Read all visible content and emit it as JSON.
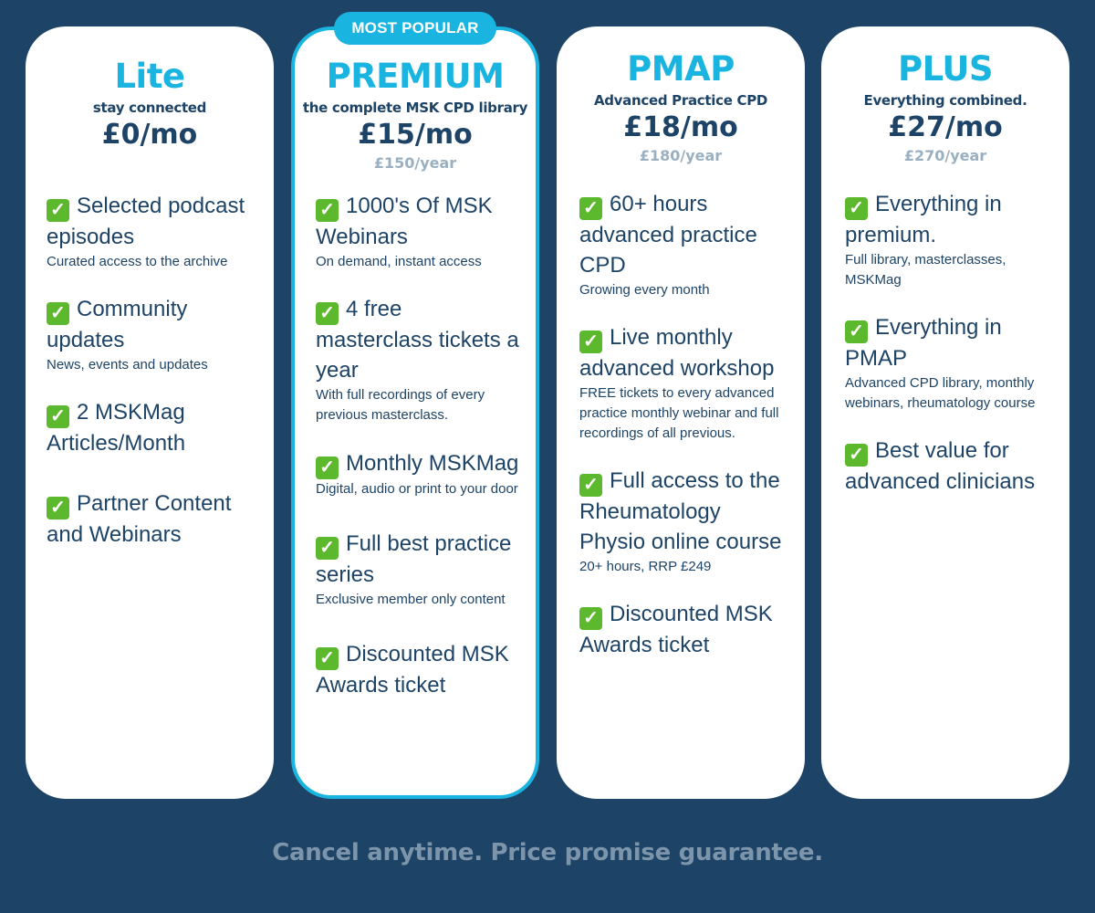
{
  "badge": "MOST POPULAR",
  "plans": {
    "lite": {
      "name": "Lite",
      "tagline": "stay connected",
      "price": "£0/mo",
      "features": [
        {
          "title": "Selected podcast episodes",
          "sub": "Curated access to the archive"
        },
        {
          "title": "Community updates",
          "sub": "News, events and updates"
        },
        {
          "title": "2 MSKMag Articles/Month"
        },
        {
          "title": "Partner Content and Webinars"
        }
      ]
    },
    "premium": {
      "name": "PREMIUM",
      "tagline": "the complete MSK CPD library",
      "price": "£15/mo",
      "yearly": "£150/year",
      "features": [
        {
          "title": "1000's Of MSK Webinars",
          "sub": "On demand, instant access"
        },
        {
          "title": "4 free masterclass tickets a year",
          "sub": "With full recordings of every previous masterclass."
        },
        {
          "title": "Monthly MSKMag",
          "sub": "Digital, audio or print to your door"
        },
        {
          "title": "Full best practice series",
          "sub": "Exclusive member only content"
        },
        {
          "title": "Discounted MSK Awards ticket"
        }
      ]
    },
    "pmap": {
      "name": "PMAP",
      "tagline": "Advanced Practice CPD",
      "price": "£18/mo",
      "yearly": "£180/year",
      "features": [
        {
          "title": "60+ hours advanced practice CPD",
          "sub": "Growing every month"
        },
        {
          "title": "Live monthly advanced workshop",
          "sub": "FREE tickets to every advanced practice monthly webinar and full recordings of all previous."
        },
        {
          "title": "Full access to the Rheumatology Physio online course",
          "sub": "20+ hours, RRP £249"
        },
        {
          "title": "Discounted MSK Awards ticket"
        }
      ]
    },
    "plus": {
      "name": "PLUS",
      "tagline": "Everything combined.",
      "price": "£27/mo",
      "yearly": "£270/year",
      "features": [
        {
          "title": "Everything in premium.",
          "sub": "Full library, masterclasses, MSKMag"
        },
        {
          "title": "Everything in PMAP",
          "sub": "Advanced CPD library, monthly webinars, rheumatology course"
        },
        {
          "title": "Best value for advanced clinicians"
        }
      ]
    }
  },
  "footer": "Cancel anytime. Price promise guarantee.",
  "colors": {
    "background": "#1d4366",
    "accent": "#1ab4e0",
    "text": "#1d4366",
    "muted": "#9ab0c1",
    "check": "#5cb82c"
  },
  "icons": {
    "feature": "check-mark-icon"
  }
}
